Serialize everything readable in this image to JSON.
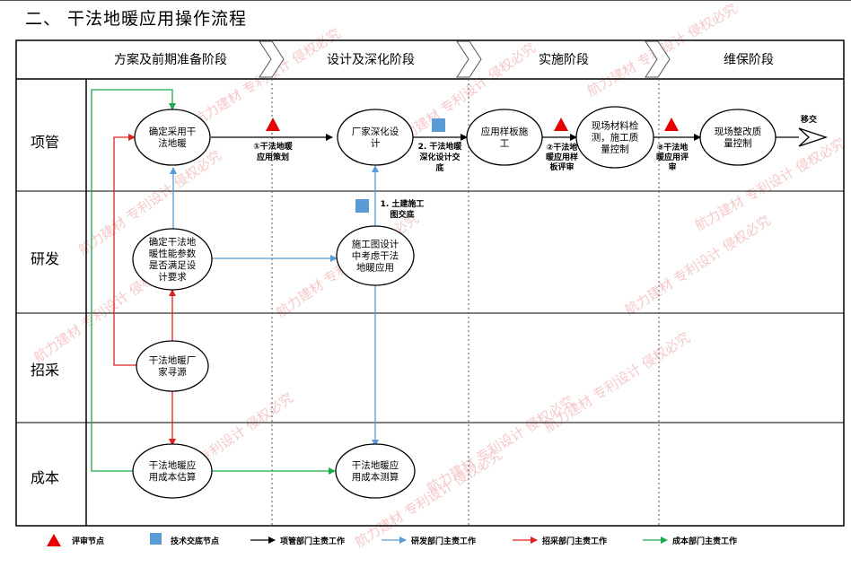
{
  "title": "二、 干法地暖应用操作流程",
  "phases": [
    "方案及前期准备阶段",
    "设计及深化阶段",
    "实施阶段",
    "维保阶段"
  ],
  "lanes": [
    "项管",
    "研发",
    "招采",
    "成本"
  ],
  "nodes": {
    "n1": [
      "确定采用干",
      "法地暖"
    ],
    "n2": [
      "厂家深化设",
      "计"
    ],
    "n3": [
      "应用样板施",
      "工"
    ],
    "n4": [
      "现场材料检",
      "测，施工质",
      "量控制"
    ],
    "n5": [
      "现场整改质",
      "量控制"
    ],
    "n6": [
      "确定干法地",
      "暖性能参数",
      "是否满足设",
      "计要求"
    ],
    "n7": [
      "施工图设计",
      "中考虑干法",
      "地暖应用"
    ],
    "n8": [
      "干法地暖厂",
      "家寻源"
    ],
    "n9": [
      "干法地暖应",
      "用成本估算"
    ],
    "n10": [
      "干法地暖应",
      "用成本测算"
    ]
  },
  "edge_labels": {
    "review1": [
      "①干法地暖",
      "应用策划"
    ],
    "tech2": [
      "2. 干法地暖",
      "深化设计交",
      "底"
    ],
    "tech1": [
      "1. 土建施工",
      "图交底"
    ],
    "review2": [
      "②干法地",
      "暖应用样",
      "板评审"
    ],
    "review3": [
      "③干法地",
      "暖应用评",
      "审"
    ],
    "handover": "移交"
  },
  "legend": {
    "review_node": "评审节点",
    "tech_node": "技术交底节点",
    "pm_work": "项管部门主责工作",
    "rd_work": "研发部门主责工作",
    "proc_work": "招采部门主责工作",
    "cost_work": "成本部门主责工作"
  },
  "watermarks": [
    "航力建材 专利设计 侵权必究"
  ],
  "colors": {
    "pm": "#000000",
    "rd": "#5b9bd5",
    "proc": "#e02020",
    "cost": "#1aab4b",
    "review_triangle": "#e60000",
    "tech_square": "#5b9bd5",
    "watermark": "#f2b6b6"
  }
}
